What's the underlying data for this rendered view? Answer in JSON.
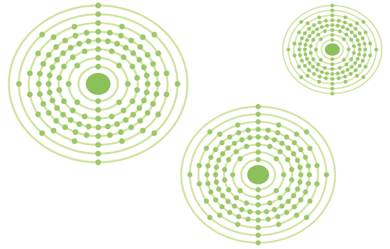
{
  "colors": {
    "background": "#ffffff",
    "ring": "#cfe3a0",
    "electron": "#9cc86a",
    "nucleus": "#8cc05a"
  },
  "atoms": [
    {
      "name": "atom-left-large",
      "shells": [
        {
          "electrons": 2
        },
        {
          "electrons": 8
        },
        {
          "electrons": 18
        },
        {
          "electrons": 32
        },
        {
          "electrons": 32
        },
        {
          "electrons": 18
        },
        {
          "electrons": 8
        },
        {
          "electrons": 2
        }
      ]
    },
    {
      "name": "atom-center-medium",
      "shells": [
        {
          "electrons": 2
        },
        {
          "electrons": 8
        },
        {
          "electrons": 18
        },
        {
          "electrons": 32
        },
        {
          "electrons": 32
        },
        {
          "electrons": 18
        },
        {
          "electrons": 8
        },
        {
          "electrons": 2
        }
      ]
    },
    {
      "name": "atom-right-small",
      "shells": [
        {
          "electrons": 2
        },
        {
          "electrons": 8
        },
        {
          "electrons": 18
        },
        {
          "electrons": 32
        },
        {
          "electrons": 32
        },
        {
          "electrons": 18
        },
        {
          "electrons": 8
        },
        {
          "electrons": 2
        }
      ]
    }
  ]
}
